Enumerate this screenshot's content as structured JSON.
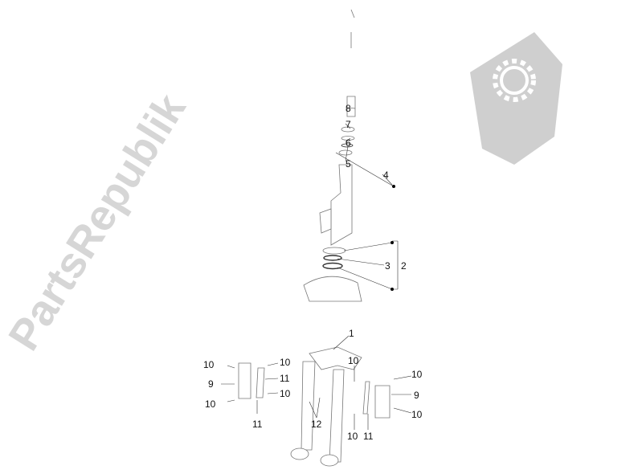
{
  "watermark": {
    "text": "PartsRepublik",
    "color": "#cfcfcf",
    "icon": "gear-flag-icon"
  },
  "callouts": [
    {
      "id": "c8",
      "text": "8"
    },
    {
      "id": "c7",
      "text": "7"
    },
    {
      "id": "c6",
      "text": "6"
    },
    {
      "id": "c5",
      "text": "5"
    },
    {
      "id": "c4",
      "text": "4"
    },
    {
      "id": "c3",
      "text": "3"
    },
    {
      "id": "c2",
      "text": "2"
    },
    {
      "id": "c1",
      "text": "1"
    },
    {
      "id": "l10a",
      "text": "10"
    },
    {
      "id": "l9",
      "text": "9"
    },
    {
      "id": "l10b",
      "text": "10"
    },
    {
      "id": "l10c",
      "text": "10"
    },
    {
      "id": "l11a",
      "text": "11"
    },
    {
      "id": "l10d",
      "text": "10"
    },
    {
      "id": "l11b",
      "text": "11"
    },
    {
      "id": "c12",
      "text": "12"
    },
    {
      "id": "r10a",
      "text": "10"
    },
    {
      "id": "r10b",
      "text": "10"
    },
    {
      "id": "r11",
      "text": "11"
    },
    {
      "id": "r10c",
      "text": "10"
    },
    {
      "id": "r9",
      "text": "9"
    },
    {
      "id": "r10d",
      "text": "10"
    }
  ]
}
